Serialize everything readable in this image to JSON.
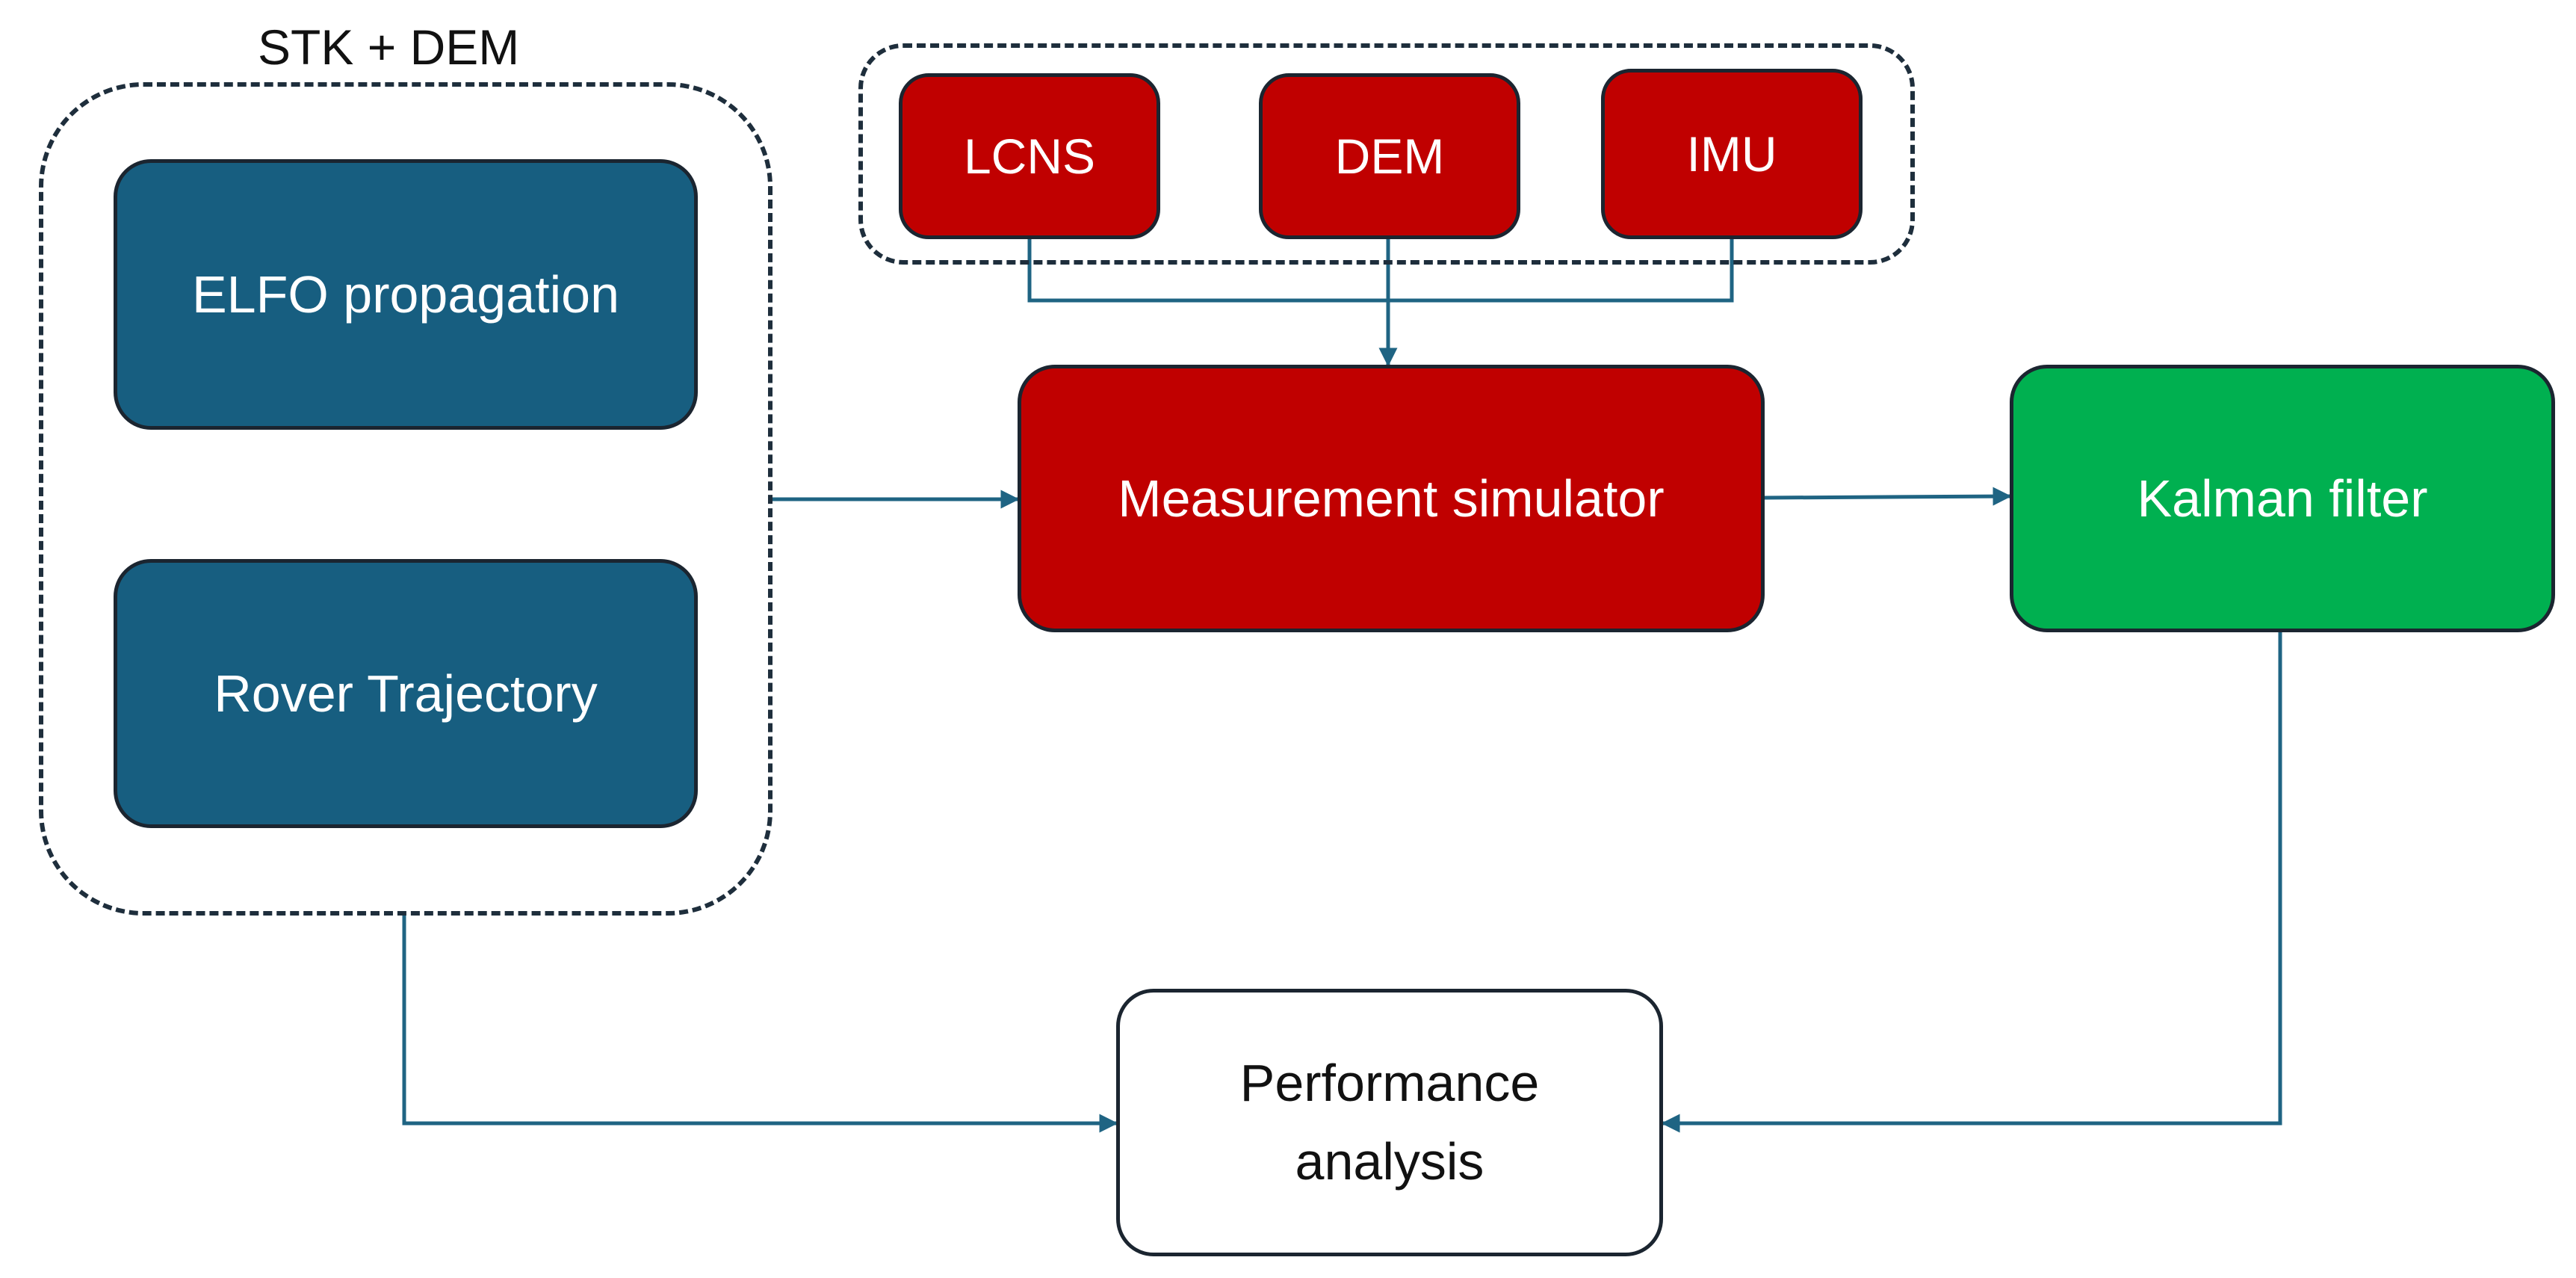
{
  "colors": {
    "source_block": "#175e80",
    "sensor_block": "#c00000",
    "filter_block": "#00b050",
    "output_block": "#ffffff",
    "connector": "#1f6483",
    "dashed_border": "#1e2e3c"
  },
  "groups": {
    "stk_dem": {
      "label": "STK + DEM"
    },
    "sensors": {
      "label": ""
    }
  },
  "nodes": {
    "elfo": {
      "label": "ELFO propagation"
    },
    "rover": {
      "label": "Rover Trajectory"
    },
    "lcns": {
      "label": "LCNS"
    },
    "dem": {
      "label": "DEM"
    },
    "imu": {
      "label": "IMU"
    },
    "simulator": {
      "label": "Measurement simulator"
    },
    "kalman": {
      "label": "Kalman filter"
    },
    "performance": {
      "line1": "Performance",
      "line2": "analysis"
    }
  },
  "edges": [
    {
      "from": "sensors",
      "to": "simulator"
    },
    {
      "from": "stk_dem",
      "to": "simulator"
    },
    {
      "from": "simulator",
      "to": "kalman"
    },
    {
      "from": "stk_dem",
      "to": "performance"
    },
    {
      "from": "kalman",
      "to": "performance"
    }
  ]
}
